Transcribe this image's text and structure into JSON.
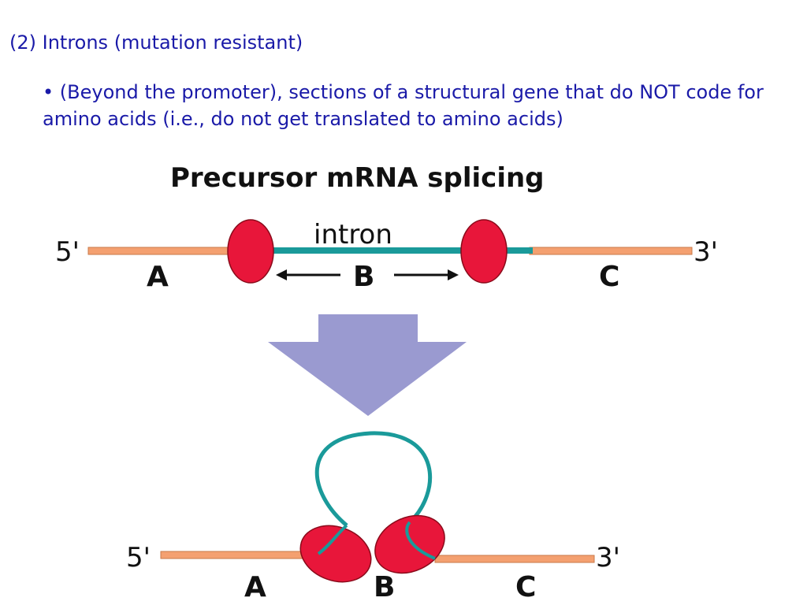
{
  "slide": {
    "heading": "(2) Introns (mutation resistant)",
    "bullet": "• (Beyond the promoter), sections of a structural gene that do NOT code for amino acids (i.e., do not get translated to amino acids)"
  },
  "diagram": {
    "title": "Precursor mRNA splicing",
    "intron_label": "intron",
    "top": {
      "five_prime": "5'",
      "three_prime": "3'",
      "segment_a": "A",
      "segment_b": "B",
      "segment_c": "C"
    },
    "bottom": {
      "five_prime": "5'",
      "three_prime": "3'",
      "segment_a": "A",
      "segment_b": "B",
      "segment_c": "C"
    },
    "colors": {
      "text": "#1a1aa8",
      "exon": "#f4a070",
      "intron": "#1a9a9a",
      "splice_site": "#e8163a",
      "arrow": "#9a9ad0"
    }
  }
}
